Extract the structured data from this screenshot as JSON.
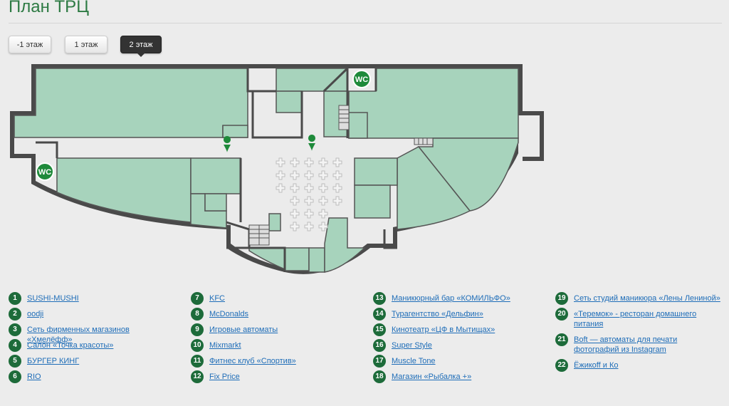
{
  "page": {
    "title": "План ТРЦ"
  },
  "floor_tabs": [
    {
      "label": "-1 этаж",
      "active": false
    },
    {
      "label": "1 этаж",
      "active": false
    },
    {
      "label": "2 этаж",
      "active": true
    }
  ],
  "map": {
    "wc_label": "WC",
    "colors": {
      "shop": "#a7d3bc",
      "wall": "#4a4a4a",
      "corridor": "#ebebeb",
      "marker": "#1e8a3a"
    }
  },
  "legend": [
    {
      "num": "1",
      "label": "SUSHI-MUSHI"
    },
    {
      "num": "2",
      "label": "oodji"
    },
    {
      "num": "3",
      "label": "Сеть фирменных магазинов «Хмелёфф»"
    },
    {
      "num": "4",
      "label": "Салон «Точка красоты»"
    },
    {
      "num": "5",
      "label": "БУРГЕР КИНГ"
    },
    {
      "num": "6",
      "label": "RIO"
    },
    {
      "num": "7",
      "label": "KFC"
    },
    {
      "num": "8",
      "label": "McDonalds"
    },
    {
      "num": "9",
      "label": "Игровые автоматы"
    },
    {
      "num": "10",
      "label": "Mixmarkt"
    },
    {
      "num": "11",
      "label": "Фитнес клуб «Спортив»"
    },
    {
      "num": "12",
      "label": "Fix Price"
    },
    {
      "num": "13",
      "label": "Маникюрный бар «КОМИЛЬФО»"
    },
    {
      "num": "14",
      "label": "Турагентство «Дельфин»"
    },
    {
      "num": "15",
      "label": "Кинотеатр «ЦФ в Мытищах»"
    },
    {
      "num": "16",
      "label": "Super Style"
    },
    {
      "num": "17",
      "label": "Muscle Tone"
    },
    {
      "num": "18",
      "label": "Магазин «Рыбалка +»"
    },
    {
      "num": "19",
      "label": "Сеть студий маникюра «Лены Лениной»"
    },
    {
      "num": "20",
      "label": "«Теремок» - ресторан домашнего питания"
    },
    {
      "num": "21",
      "label": "Boft — автоматы для печати фотографий из Instagram"
    },
    {
      "num": "22",
      "label": "Ёжикoff и Ко"
    }
  ]
}
